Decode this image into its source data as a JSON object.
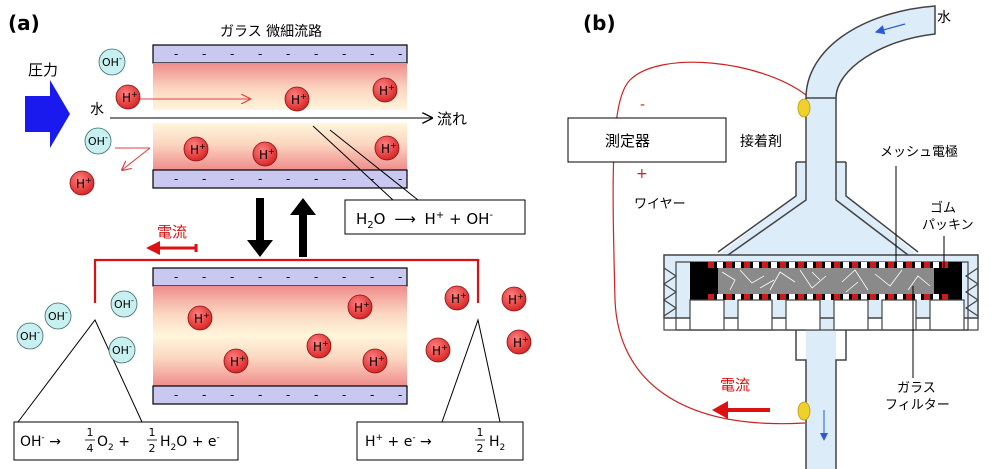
{
  "panel_a": {
    "label": "(a)",
    "channel_title": "ガラス 微細流路",
    "pressure_label": "圧力",
    "water_label": "水",
    "flow_label": "流れ",
    "current_label": "電流",
    "equation_mid": {
      "h2o": "H",
      "h2o_sub": "2",
      "h2o_o": "O",
      "arrow": "⟶",
      "h": "H",
      "plus_sup": "+",
      "plus": " + ",
      "oh": "OH",
      "minus_sup": "-"
    },
    "equation_left": {
      "oh": "OH",
      "minus_sup": "-",
      "arrow": " → ",
      "frac1_num": "1",
      "frac1_den": "4",
      "o2": "O",
      "o2_sub": "2",
      "plus1": " + ",
      "frac2_num": "1",
      "frac2_den": "2",
      "h2o": "H",
      "h2o_sub": "2",
      "h2o_o": "O",
      "plus2": " + e",
      "e_sup": "-"
    },
    "equation_right": {
      "h": "H",
      "plus_sup": "+",
      "plus": " + e",
      "e_sup": "-",
      "arrow": " → ",
      "frac_num": "1",
      "frac_den": "2",
      "h2": "H",
      "h2_sub": "2"
    },
    "ion_h": "H",
    "ion_h_sup": "+",
    "ion_oh": "OH",
    "ion_oh_sup": "-",
    "wall_sign": "-"
  },
  "panel_b": {
    "label": "(b)",
    "water_label": "水",
    "meter_label": "測定器",
    "minus": "-",
    "plus": "+",
    "wire_label": "ワイヤー",
    "adhesive_label": "接着剤",
    "mesh_label": "メッシュ電極",
    "gasket_label_1": "ゴム",
    "gasket_label_2": "パッキン",
    "filter_label_1": "ガラス",
    "filter_label_2": "フィルター",
    "current_label": "電流"
  },
  "colors": {
    "h_ion_fill": "#e23a3a",
    "oh_ion_fill": "#c8f0f0",
    "wall_fill": "#c8c8f0",
    "current_red": "#dd1111",
    "pressure_blue": "#1a1aee",
    "water_blue": "#dcecf8"
  }
}
